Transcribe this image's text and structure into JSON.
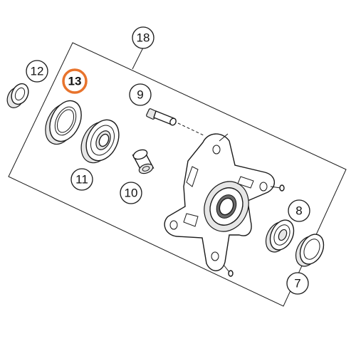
{
  "diagram": {
    "assembly_label": "18",
    "highlight_color": "#e8732c",
    "parts": [
      {
        "id": "p12",
        "label": "12",
        "highlighted": false
      },
      {
        "id": "p13",
        "label": "13",
        "highlighted": true
      },
      {
        "id": "p9",
        "label": "9",
        "highlighted": false
      },
      {
        "id": "p11",
        "label": "11",
        "highlighted": false
      },
      {
        "id": "p10",
        "label": "10",
        "highlighted": false
      },
      {
        "id": "p8",
        "label": "8",
        "highlighted": false
      },
      {
        "id": "p7",
        "label": "7",
        "highlighted": false
      }
    ]
  }
}
